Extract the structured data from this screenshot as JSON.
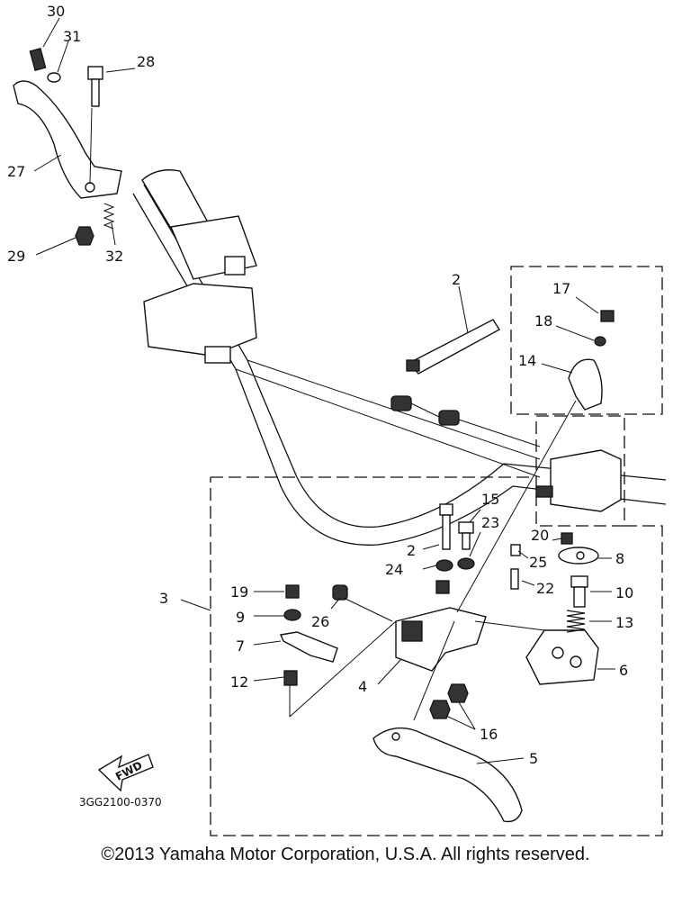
{
  "diagram": {
    "part_numbers": {
      "p30": "30",
      "p31": "31",
      "p28": "28",
      "p27": "27",
      "p29": "29",
      "p32": "32",
      "p2a": "2",
      "p17": "17",
      "p18": "18",
      "p14": "14",
      "p15": "15",
      "p23": "23",
      "p2b": "2",
      "p24": "24",
      "p20": "20",
      "p25": "25",
      "p8": "8",
      "p3": "3",
      "p19": "19",
      "p9": "9",
      "p26": "26",
      "p7": "7",
      "p22": "22",
      "p10": "10",
      "p13": "13",
      "p12": "12",
      "p4": "4",
      "p6": "6",
      "p16": "16",
      "p5": "5"
    },
    "fwd_label": "FWD",
    "diagram_code": "3GG2100-0370"
  },
  "copyright": "©2013 Yamaha Motor Corporation, U.S.A. All rights reserved."
}
